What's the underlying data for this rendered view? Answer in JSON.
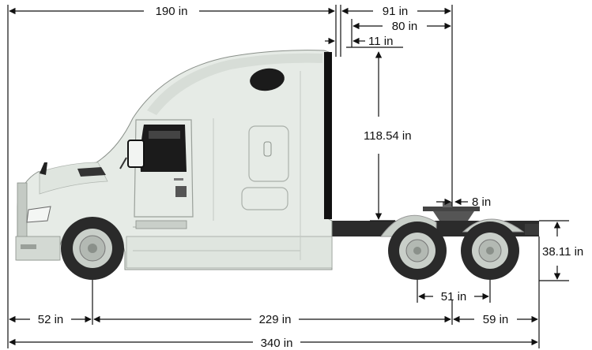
{
  "dimensions": {
    "overall_cab_length": "190 in",
    "cab_to_rear_axles": "91 in",
    "cab_to_fifth_wheel": "80 in",
    "cab_gap": "11 in",
    "height_frame_to_roof": "118.54 in",
    "fifth_wheel_offset": "8 in",
    "frame_height": "38.11 in",
    "tandem_spacing": "51 in",
    "front_overhang": "52 in",
    "wheelbase": "229 in",
    "rear_overhang": "59 in",
    "overall_length": "340 in"
  },
  "colors": {
    "cab_body": "#e6ebe6",
    "cab_shade": "#cdd4cd",
    "frame": "#2b2b2b",
    "tire": "#2a2a2a",
    "rim": "#c9cfc9",
    "fairing_edge": "#111111"
  }
}
